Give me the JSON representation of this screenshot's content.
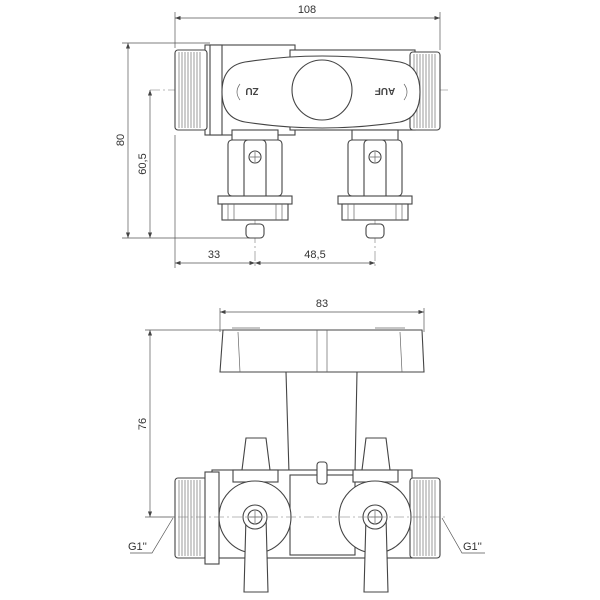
{
  "top_view": {
    "dimensions": {
      "overall_width": "108",
      "overall_height": "80",
      "axis_height": "60,5",
      "left_offset": "33",
      "outlet_spacing": "48,5"
    },
    "handle_labels": {
      "close": "ZU",
      "open": "AUF"
    }
  },
  "front_view": {
    "dimensions": {
      "handle_width": "83",
      "handle_height": "76"
    },
    "thread_labels": {
      "left": "G1''",
      "right": "G1''"
    }
  }
}
